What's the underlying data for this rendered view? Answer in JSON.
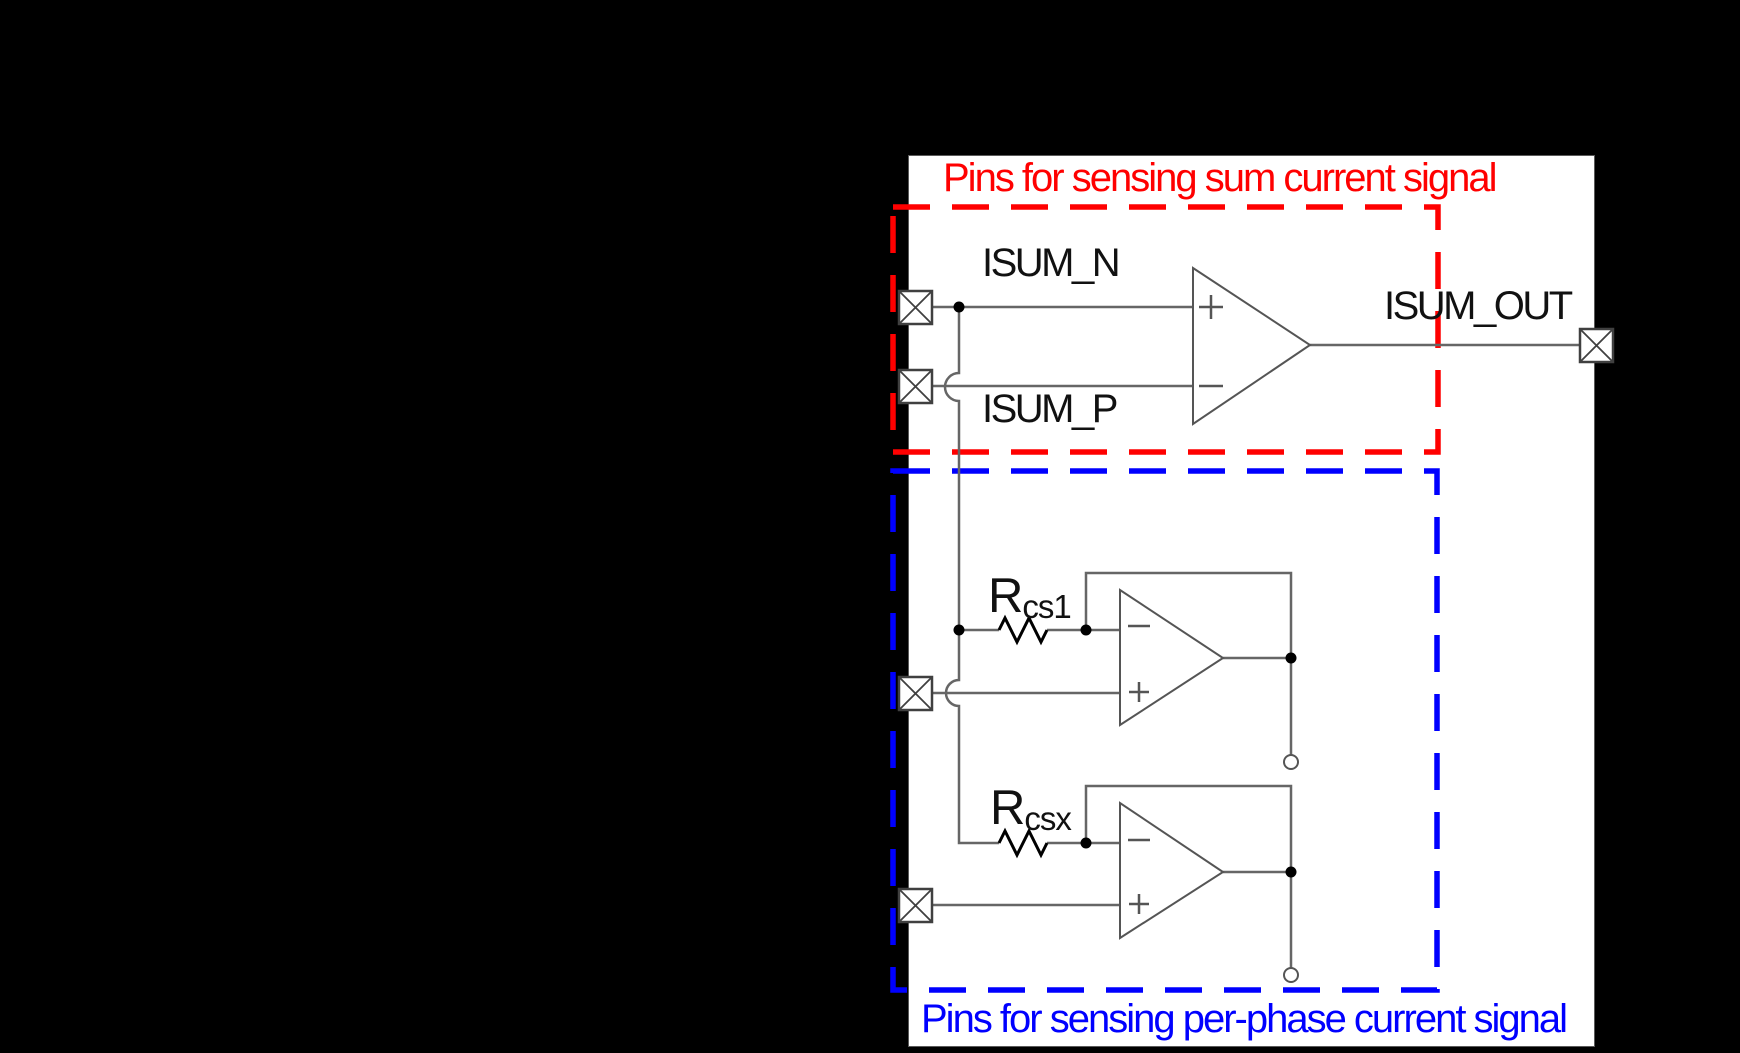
{
  "figure": {
    "type": "circuit-schematic",
    "background_color": "#000000",
    "panel_color": "#ffffff",
    "wire_color": "#666666",
    "symbol_color": "#000000",
    "regions": [
      {
        "id": "sum",
        "title": "Pins for sensing sum current signal",
        "color": "#ff0000"
      },
      {
        "id": "per-phase",
        "title": "Pins for sensing per-phase current signal",
        "color": "#0000ff"
      }
    ],
    "net_labels": {
      "isum_n": "ISUM_N",
      "isum_p": "ISUM_P",
      "isum_out": "ISUM_OUT"
    },
    "components": {
      "rcs1": {
        "base": "R",
        "sub": "cs1"
      },
      "rcsx": {
        "base": "R",
        "sub": "csx"
      }
    }
  }
}
